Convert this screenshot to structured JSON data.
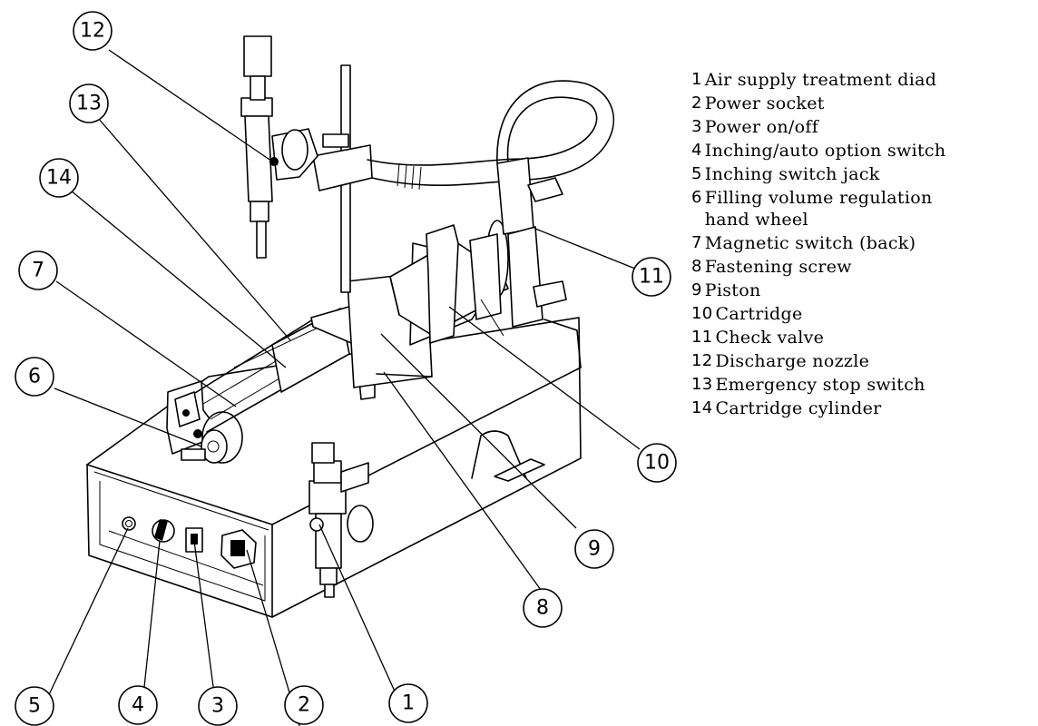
{
  "callouts": [
    {
      "num": "1"
    },
    {
      "num": "2"
    },
    {
      "num": "3"
    },
    {
      "num": "4"
    },
    {
      "num": "5"
    },
    {
      "num": "6"
    },
    {
      "num": "7"
    },
    {
      "num": "8"
    },
    {
      "num": "9"
    },
    {
      "num": "10"
    },
    {
      "num": "11"
    },
    {
      "num": "12"
    },
    {
      "num": "13"
    },
    {
      "num": "14"
    }
  ],
  "legend": [
    {
      "num": "1",
      "text": "Air supply treatment diad"
    },
    {
      "num": "2",
      "text": "Power socket"
    },
    {
      "num": "3",
      "text": "Power on/off"
    },
    {
      "num": "4",
      "text": "Inching/auto option switch"
    },
    {
      "num": "5",
      "text": "Inching switch jack"
    },
    {
      "num": "6",
      "text": "Filling volume regulation\nhand wheel"
    },
    {
      "num": "7",
      "text": "Magnetic switch (back)"
    },
    {
      "num": "8",
      "text": "Fastening screw"
    },
    {
      "num": "9",
      "text": "Piston"
    },
    {
      "num": "10",
      "text": "Cartridge"
    },
    {
      "num": "11",
      "text": "Check valve"
    },
    {
      "num": "12",
      "text": "Discharge nozzle"
    },
    {
      "num": "13",
      "text": "Emergency stop switch"
    },
    {
      "num": "14",
      "text": "Cartridge cylinder"
    }
  ]
}
